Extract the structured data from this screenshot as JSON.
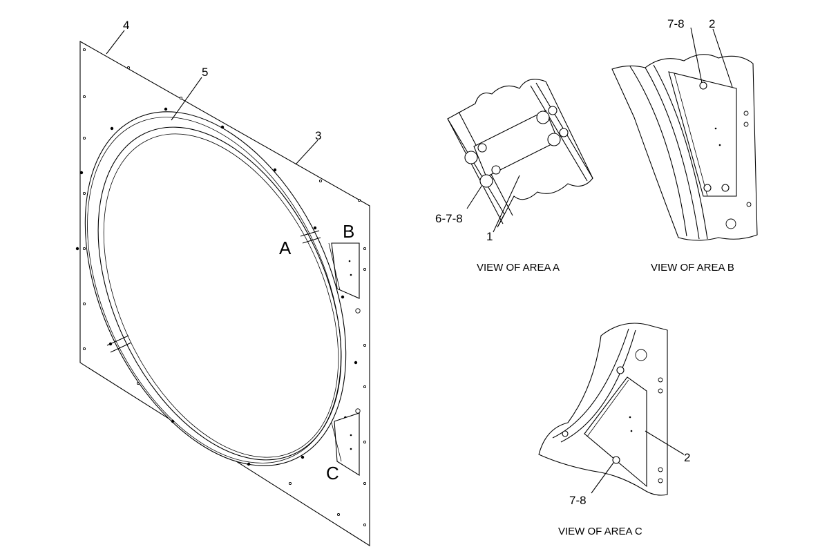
{
  "main_view": {
    "callouts": [
      "4",
      "5",
      "3"
    ],
    "area_letters": [
      "A",
      "B",
      "C"
    ]
  },
  "view_a": {
    "caption": "VIEW OF AREA A",
    "callouts": [
      "6-7-8",
      "1"
    ]
  },
  "view_b": {
    "caption": "VIEW OF AREA B",
    "callouts": [
      "7-8",
      "2"
    ]
  },
  "view_c": {
    "caption": "VIEW OF AREA C",
    "callouts": [
      "2",
      "7-8"
    ]
  }
}
